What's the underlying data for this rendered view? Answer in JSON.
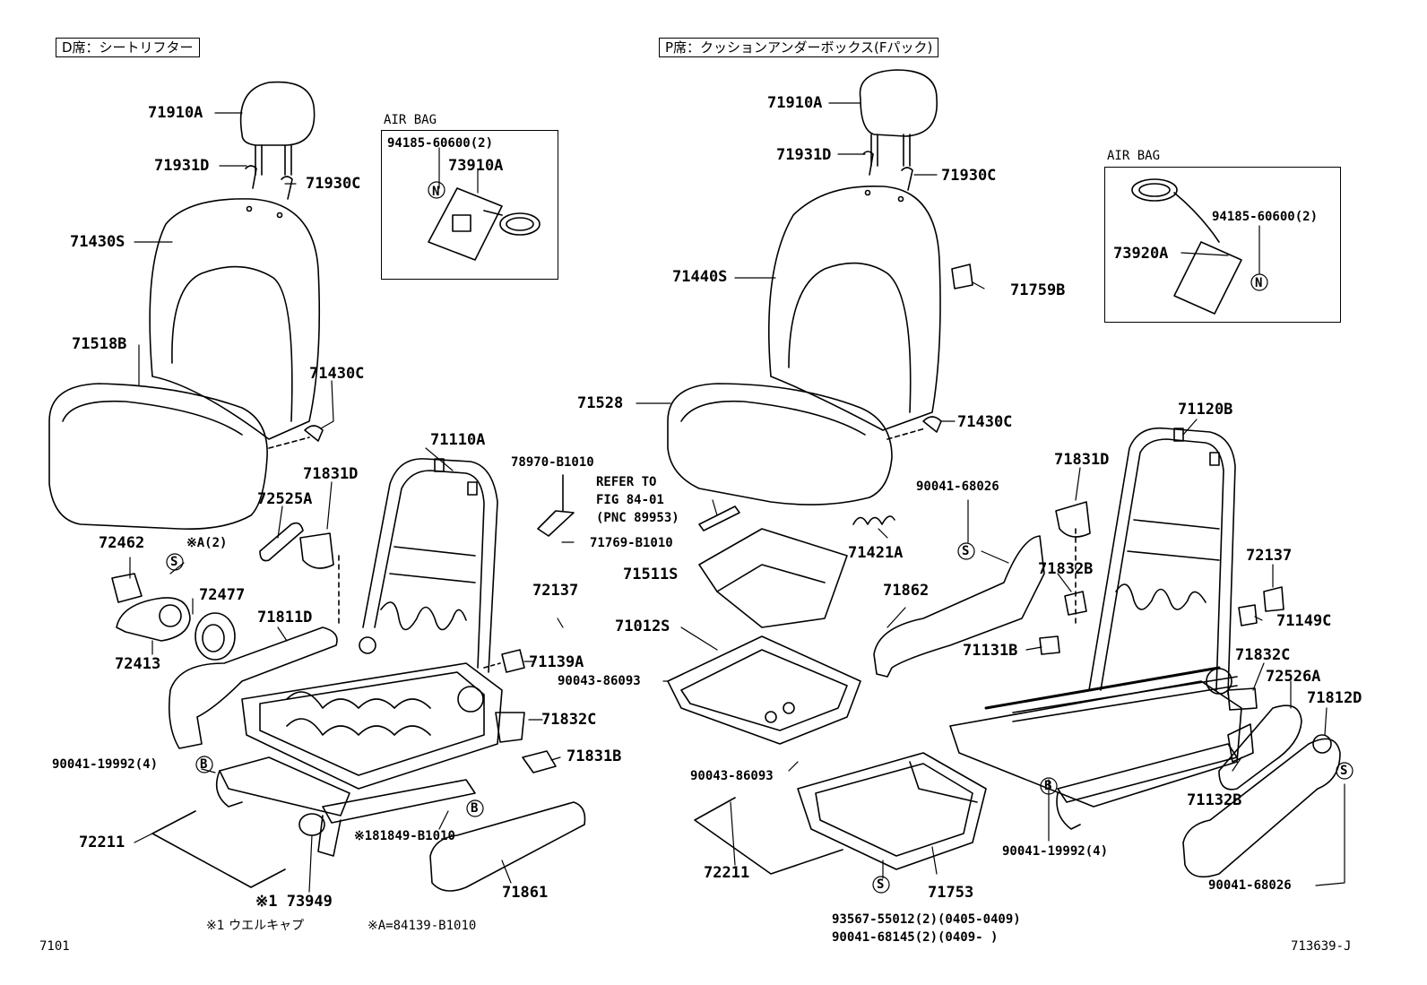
{
  "sections": {
    "left_title": "D席：シートリフター",
    "right_title": "P席：クッションアンダーボックス(Fパック)"
  },
  "airbag_left": {
    "caption": "AIR BAG",
    "part1": "94185-60600(2)",
    "part2": "73910A",
    "note_symbol": "N"
  },
  "airbag_right": {
    "caption": "AIR BAG",
    "part1": "94185-60600(2)",
    "part2": "73920A",
    "note_symbol": "N"
  },
  "left_labels": {
    "l71910A": "71910A",
    "l71931D": "71931D",
    "l71930C": "71930C",
    "l71430S": "71430S",
    "l71518B": "71518B",
    "l71430C": "71430C",
    "l71110A": "71110A",
    "l71831D": "71831D",
    "l72525A": "72525A",
    "l72462": "72462",
    "lA2": "※A(2)",
    "l72477": "72477",
    "l71811D": "71811D",
    "l72413": "72413",
    "l71139A": "71139A",
    "l71832C": "71832C",
    "l71831B": "71831B",
    "l90041_19992": "90041-19992(4)",
    "l72211": "72211",
    "l181849": "※181849-B1010",
    "l73949": "※1 73949",
    "l71861": "71861"
  },
  "middle_labels": {
    "l78970": "78970-B1010",
    "refer1": "REFER TO",
    "refer2": "FIG 84-01",
    "refer3": "(PNC 89953)",
    "l71769": "71769-B1010",
    "l72137": "72137",
    "l71511S": "71511S",
    "l71012S": "71012S",
    "l90043a": "90043-86093",
    "l90043b": "90043-86093",
    "l72211": "72211"
  },
  "right_labels": {
    "r71910A": "71910A",
    "r71931D": "71931D",
    "r71930C": "71930C",
    "r71440S": "71440S",
    "r71759B": "71759B",
    "r71528": "71528",
    "r71430C": "71430C",
    "r71120B": "71120B",
    "r71831D": "71831D",
    "r90041_68026a": "90041-68026",
    "r71421A": "71421A",
    "r71862": "71862",
    "r71832B": "71832B",
    "r72137": "72137",
    "r71149C": "71149C",
    "r71131B": "71131B",
    "r71832C": "71832C",
    "r72526A": "72526A",
    "r71812D": "71812D",
    "r71132B": "71132B",
    "r90041_19992": "90041-19992(4)",
    "r71753": "71753",
    "r90041_68026b": "90041-68026",
    "r93567": "93567-55012(2)(0405-0409)",
    "r90041_68145": "90041-68145(2)(0409-      )"
  },
  "symbols": {
    "S": "S",
    "B": "B",
    "N": "N"
  },
  "footnotes": {
    "note1": "※1 ウエルキャプ",
    "noteA": "※A=84139-B1010",
    "page_left": "7101",
    "page_right": "713639-J"
  }
}
